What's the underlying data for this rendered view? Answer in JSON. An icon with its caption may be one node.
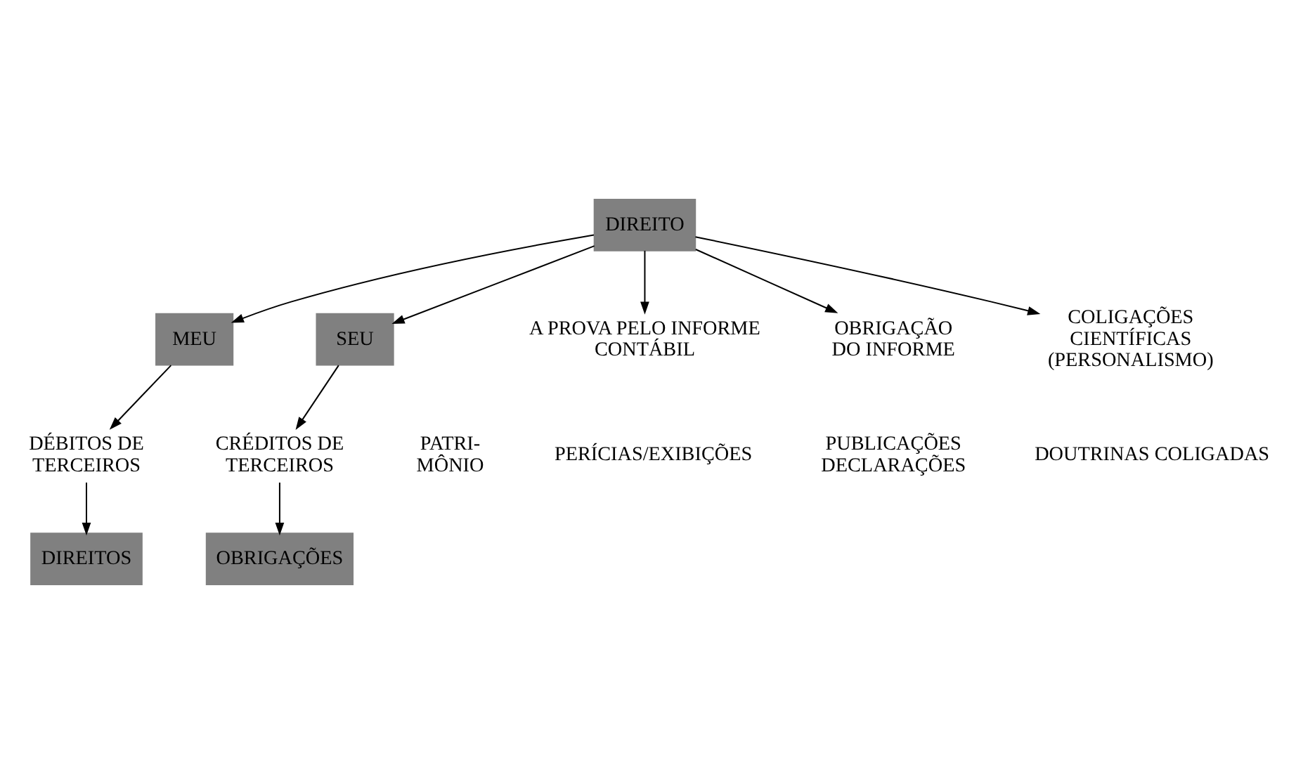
{
  "diagram": {
    "nodes": [
      {
        "text": [
          "DIREITO"
        ]
      },
      {
        "text": [
          "MEU"
        ]
      },
      {
        "text": [
          "SEU"
        ]
      },
      {
        "text": [
          "DÉBITOS DE TERCEIROS"
        ]
      },
      {
        "text": [
          "CRÉDITOS DE TERCEIROS"
        ]
      },
      {
        "text": [
          "DIREITOS"
        ]
      },
      {
        "text": [
          "OBRIGAÇÕES"
        ]
      },
      {
        "text": [
          "A PROVA PELO INFORME CONTÁBIL"
        ]
      },
      {
        "text": [
          "OBRIGAÇÃO DO INFORME"
        ]
      },
      {
        "text": [
          "COLIGAÇÕES CIENTÍFICAS (PERSONALISMO)"
        ]
      }
    ],
    "edges": [
      {
        "from": 0,
        "to": 1,
        "arrow": "to"
      },
      {
        "from": 0,
        "to": 2,
        "arrow": "to"
      },
      {
        "from": 1,
        "to": 3,
        "arrow": "to"
      },
      {
        "from": 2,
        "to": 4,
        "arrow": "to"
      },
      {
        "from": 3,
        "to": 5,
        "arrow": "to"
      },
      {
        "from": 4,
        "to": 6,
        "arrow": "to"
      },
      {
        "from": 0,
        "to": 7,
        "arrow": "to"
      },
      {
        "from": 0,
        "to": 8,
        "arrow": "to"
      },
      {
        "from": 0,
        "to": 9,
        "arrow": "to"
      }
    ],
    "labels": [
      "PATRI- MÔNIO",
      "PERÍCIAS/EXIBIÇÕES",
      "PUBLICAÇÕES DECLARAÇÕES",
      "DOUTRINAS COLIGADAS"
    ]
  }
}
